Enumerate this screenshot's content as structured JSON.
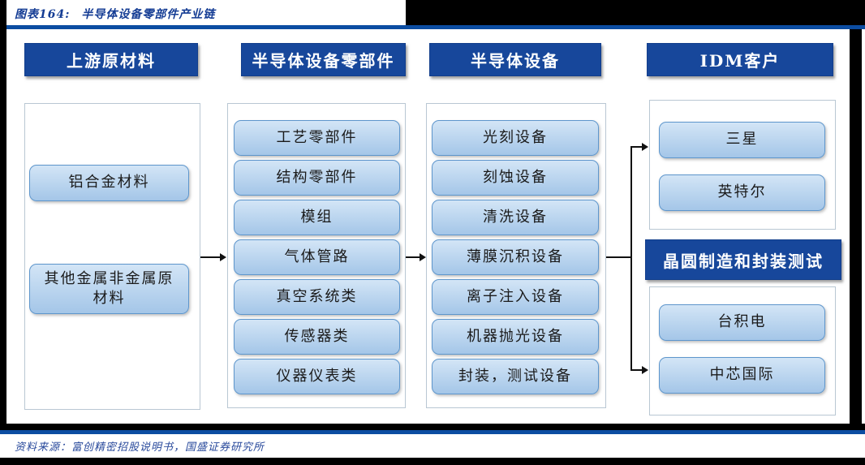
{
  "figure_label": "图表164:",
  "figure_title": "半导体设备零部件产业链",
  "diagram": {
    "col1": {
      "header": "上游原材料",
      "items": [
        "铝合金材料",
        "其他金属非金属原材料"
      ]
    },
    "col2": {
      "header": "半导体设备零部件",
      "items": [
        "工艺零部件",
        "结构零部件",
        "模组",
        "气体管路",
        "真空系统类",
        "传感器类",
        "仪器仪表类"
      ]
    },
    "col3": {
      "header": "半导体设备",
      "items": [
        "光刻设备",
        "刻蚀设备",
        "清洗设备",
        "薄膜沉积设备",
        "离子注入设备",
        "机器抛光设备",
        "封装，测试设备"
      ]
    },
    "col4": {
      "header": "IDM客户",
      "top_items": [
        "三星",
        "英特尔"
      ],
      "mid_header": "晶圆制造和封装测试",
      "bottom_items": [
        "台积电",
        "中芯国际"
      ]
    }
  },
  "source": "资料来源：富创精密招股说明书，国盛证券研究所",
  "colors": {
    "header_bg": "#17479B",
    "rule_blue": "#0C4DA2",
    "node_border": "#5E96CC",
    "node_fill_top": "#D3E5F6",
    "node_fill_bottom": "#A4C6E8",
    "title_text": "#143C94",
    "connector": "#111111"
  }
}
